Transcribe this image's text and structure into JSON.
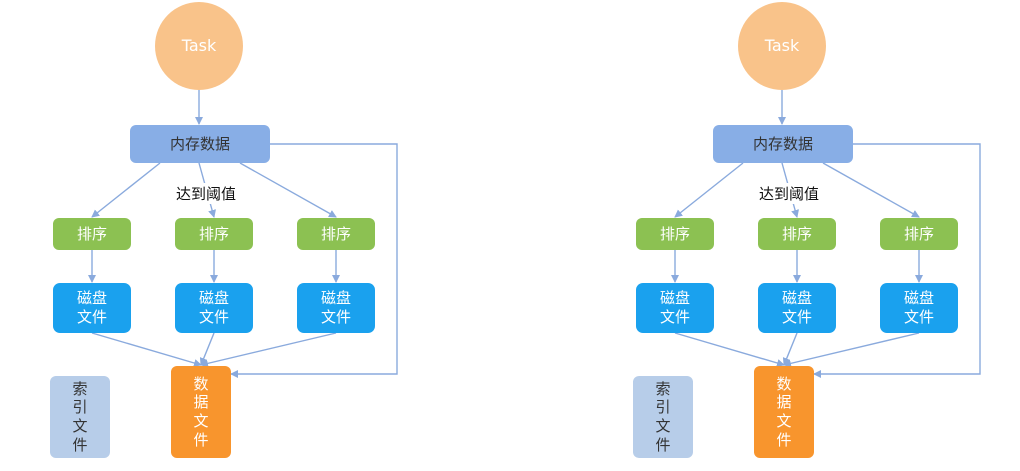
{
  "colors": {
    "task": "#f9c38a",
    "memory": "#88aee6",
    "sort": "#8cc152",
    "disk": "#1aa1ee",
    "index": "#b7cde9",
    "data_file": "#f8952d",
    "arrow": "#8aaadd"
  },
  "diagrams": [
    {
      "task": "Task",
      "memory_data": "内存数据",
      "threshold_label": "达到阈值",
      "sorts": [
        "排序",
        "排序",
        "排序"
      ],
      "disk_files": [
        "磁盘\n文件",
        "磁盘\n文件",
        "磁盘\n文件"
      ],
      "index_file": "索\n引\n文\n件",
      "data_file": "数\n据\n文\n件"
    },
    {
      "task": "Task",
      "memory_data": "内存数据",
      "threshold_label": "达到阈值",
      "sorts": [
        "排序",
        "排序",
        "排序"
      ],
      "disk_files": [
        "磁盘\n文件",
        "磁盘\n文件",
        "磁盘\n文件"
      ],
      "index_file": "索\n引\n文\n件",
      "data_file": "数\n据\n文\n件"
    }
  ]
}
